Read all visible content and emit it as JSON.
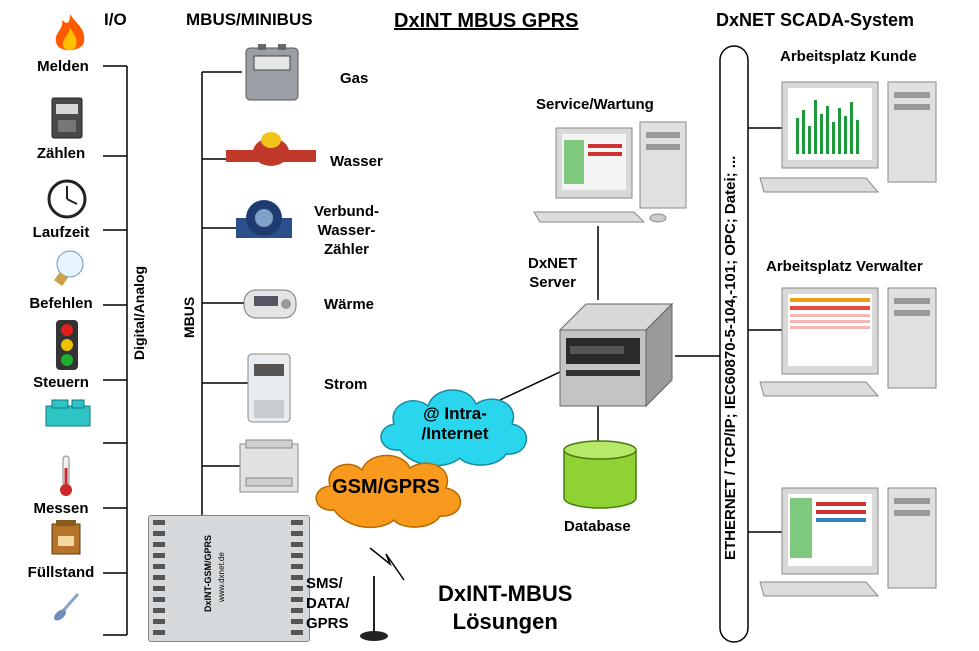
{
  "headers": {
    "io": "I/O",
    "mbus_minibus": "MBUS/MINIBUS",
    "title": "DxINT MBUS GPRS",
    "scada": "DxNET SCADA-System"
  },
  "io_labels": [
    "Melden",
    "Zählen",
    "Laufzeit",
    "Befehlen",
    "Steuern",
    "Messen",
    "Füllstand"
  ],
  "digital_analog": "Digital/Analog",
  "mbus_vertical": "MBUS",
  "meters": [
    "Gas",
    "Wasser",
    "Verbund-\nWasser-\nZähler",
    "Wärme",
    "Strom"
  ],
  "clouds": {
    "internet": "@ Intra-\n/Internet",
    "gsm": "GSM/GPRS"
  },
  "gateway": {
    "label": "DxINT-GSM/GPRS",
    "url": "www.dxnet.de"
  },
  "sms_label": "SMS/\nDATA/\nGPRS",
  "service": "Service/Wartung",
  "server": "DxNET\nServer",
  "database": "Database",
  "footer": "DxINT-MBUS\nLösungen",
  "ethernet": "ETHERNET / TCP/IP; IEC60870-5-104,-101; OPC; Datei; ...",
  "workplaces": [
    "Arbeitsplatz Kunde",
    "Arbeitsplatz Verwalter"
  ],
  "colors": {
    "cloud_internet": "#2ad6ee",
    "cloud_gsm": "#f79a1d",
    "database": "#8ed234",
    "monitor_frame": "#d9d9d9",
    "chart_green": "#1e9a3a"
  },
  "icons": [
    "fire-icon",
    "meter-icon",
    "clock-icon",
    "bulb-icon",
    "traffic-light-icon",
    "pump-icon",
    "thermometer-icon",
    "tank-icon",
    "sensor-icon"
  ]
}
